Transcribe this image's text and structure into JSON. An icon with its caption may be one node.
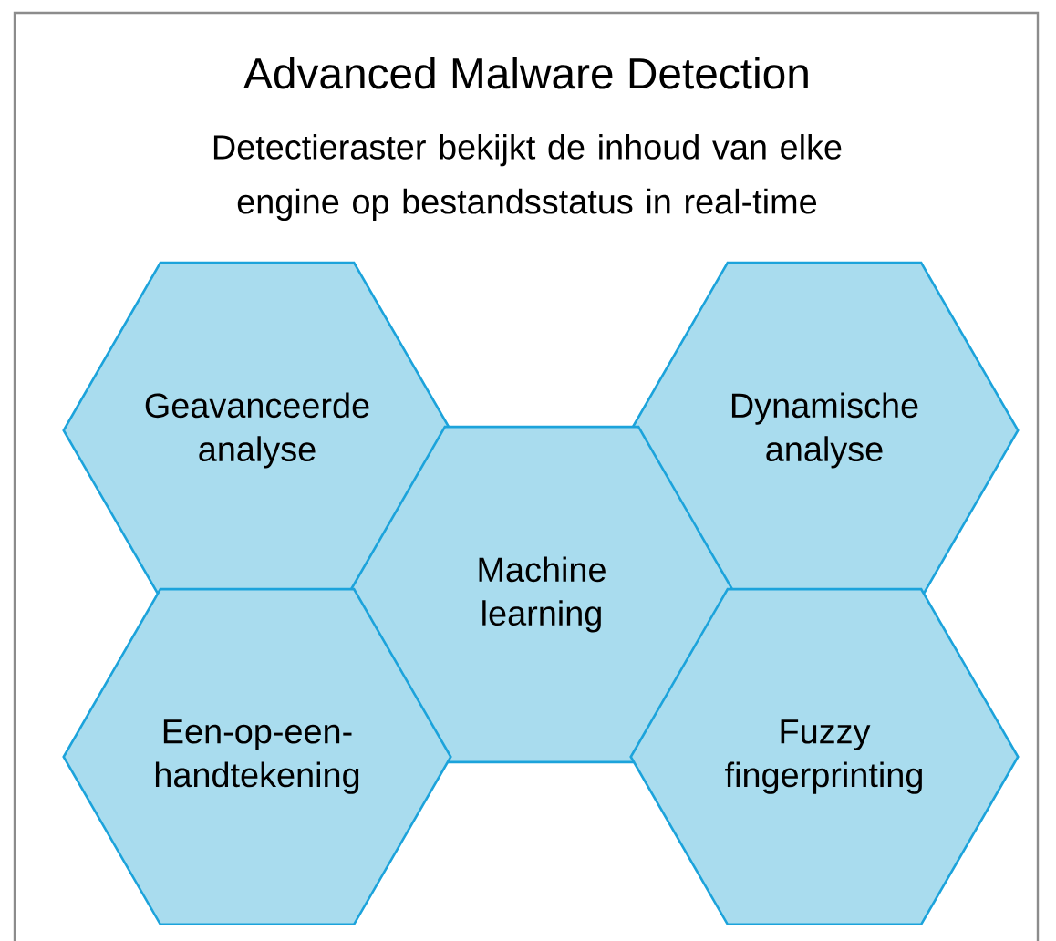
{
  "diagram": {
    "title": "Advanced Malware Detection",
    "nodes": [
      {
        "text": [
          "Geavanceerde analyse"
        ]
      },
      {
        "text": [
          "Dynamische analyse"
        ]
      },
      {
        "text": [
          "Machine learning"
        ]
      },
      {
        "text": [
          "Een-op-een-handtekening"
        ]
      },
      {
        "text": [
          "Fuzzy fingerprinting"
        ]
      }
    ],
    "labels": [
      "Detectieraster bekijkt de inhoud van elke engine op bestandsstatus in real-time"
    ]
  }
}
